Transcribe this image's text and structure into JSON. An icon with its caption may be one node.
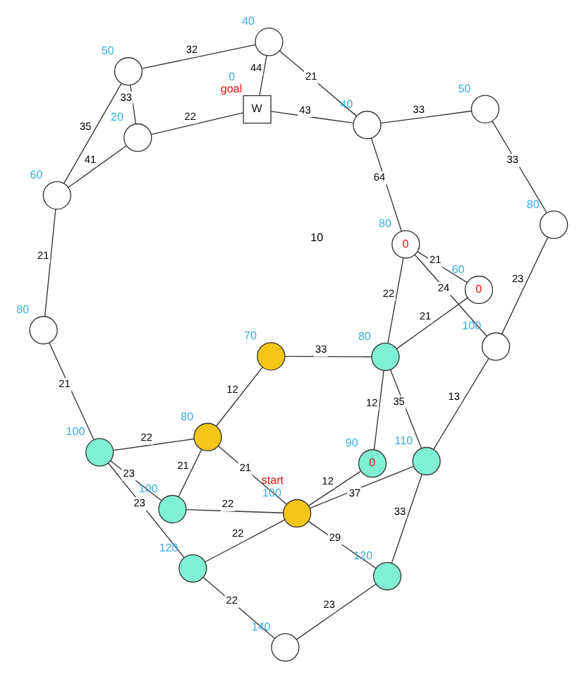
{
  "diagram": {
    "nodes": [
      {
        "text": [],
        "shape": "circle",
        "beside": [
          "140"
        ]
      },
      {
        "text": [],
        "shape": "circle",
        "beside": [
          "110"
        ]
      },
      {
        "text": [],
        "shape": "circle",
        "beside": [
          "100"
        ]
      },
      {
        "text": [],
        "shape": "circle",
        "beside": [
          "80"
        ]
      },
      {
        "text": [],
        "shape": "circle",
        "beside": [
          "120"
        ]
      },
      {
        "text": [
          "0"
        ],
        "beside": [
          "80"
        ]
      },
      {
        "text": [],
        "shape": "circle",
        "beside": [
          "50"
        ]
      },
      {
        "text": [],
        "shape": "circle",
        "beside": [
          "120"
        ]
      },
      {
        "text": [],
        "shape": "circle",
        "beside": [
          "start",
          "100"
        ]
      },
      {
        "text": [
          "0"
        ],
        "beside": [
          "90"
        ]
      },
      {
        "text": [],
        "shape": "circle",
        "beside": [
          "80"
        ]
      },
      {
        "text": [],
        "shape": "circle",
        "beside": [
          "100"
        ]
      },
      {
        "text": [
          "0"
        ],
        "beside": [
          "60"
        ]
      },
      {
        "text": [],
        "shape": "circle",
        "beside": [
          "40"
        ]
      },
      {
        "text": [],
        "shape": "circle",
        "beside": [
          "100"
        ]
      },
      {
        "text": [],
        "shape": "circle",
        "beside": [
          "80"
        ]
      },
      {
        "text": [],
        "shape": "circle",
        "beside": [
          "70"
        ]
      },
      {
        "text": [],
        "shape": "circle",
        "beside": [
          "40"
        ]
      },
      {
        "text": [],
        "shape": "circle",
        "beside": [
          "80"
        ]
      },
      {
        "text": [],
        "shape": "circle",
        "beside": [
          "50"
        ]
      },
      {
        "text": [],
        "shape": "circle",
        "beside": [
          "60"
        ]
      },
      {
        "text": [],
        "shape": "circle",
        "beside": [
          "20"
        ]
      },
      {
        "text": [
          "W"
        ],
        "beside": [
          "0",
          "goal"
        ]
      }
    ],
    "edges": [
      {
        "from": 0,
        "to": 4,
        "arrow": "none",
        "label": "23"
      },
      {
        "from": 0,
        "to": 7,
        "arrow": "none",
        "label": "22"
      },
      {
        "from": 4,
        "to": 1,
        "arrow": "none",
        "label": "33"
      },
      {
        "from": 4,
        "to": 8,
        "arrow": "none",
        "label": "29"
      },
      {
        "from": 1,
        "to": 8,
        "arrow": "none",
        "label": "37"
      },
      {
        "from": 1,
        "to": 2,
        "arrow": "none",
        "label": "13"
      },
      {
        "from": 1,
        "to": 10,
        "arrow": "none",
        "label": "35"
      },
      {
        "from": 2,
        "to": 3,
        "arrow": "none",
        "label": "23"
      },
      {
        "from": 2,
        "to": 5,
        "arrow": "none",
        "label": "24"
      },
      {
        "from": 3,
        "to": 6,
        "arrow": "none",
        "label": "33"
      },
      {
        "from": 5,
        "to": 10,
        "arrow": "none",
        "label": "22"
      },
      {
        "from": 5,
        "to": 12,
        "arrow": "none",
        "label": "21"
      },
      {
        "from": 5,
        "to": 13,
        "arrow": "none",
        "label": "64"
      },
      {
        "from": 6,
        "to": 13,
        "arrow": "none",
        "label": "33"
      },
      {
        "from": 7,
        "to": 8,
        "arrow": "none",
        "label": "22"
      },
      {
        "from": 7,
        "to": 14,
        "arrow": "none",
        "label": "23"
      },
      {
        "from": 8,
        "to": 9,
        "arrow": "none",
        "label": "12"
      },
      {
        "from": 9,
        "to": 10,
        "arrow": "none",
        "label": "12"
      },
      {
        "from": 8,
        "to": 11,
        "arrow": "none",
        "label": "22"
      },
      {
        "from": 8,
        "to": 15,
        "arrow": "none",
        "label": "21"
      },
      {
        "from": 10,
        "to": 12,
        "arrow": "none",
        "label": "21"
      },
      {
        "from": 10,
        "to": 16,
        "arrow": "none",
        "label": "33"
      },
      {
        "from": 11,
        "to": 14,
        "arrow": "none",
        "label": "23"
      },
      {
        "from": 11,
        "to": 15,
        "arrow": "none",
        "label": "21"
      },
      {
        "from": 14,
        "to": 15,
        "arrow": "none",
        "label": "22"
      },
      {
        "from": 15,
        "to": 16,
        "arrow": "none",
        "label": "12"
      },
      {
        "from": 14,
        "to": 18,
        "arrow": "none",
        "label": "21"
      },
      {
        "from": 18,
        "to": 20,
        "arrow": "none",
        "label": "21"
      },
      {
        "from": 13,
        "to": 17,
        "arrow": "none",
        "label": "21"
      },
      {
        "from": 17,
        "to": 19,
        "arrow": "none",
        "label": "32"
      },
      {
        "from": 17,
        "to": 22,
        "arrow": "none",
        "label": "44"
      },
      {
        "from": 13,
        "to": 22,
        "arrow": "none",
        "label": "43"
      },
      {
        "from": 19,
        "to": 20,
        "arrow": "none",
        "label": "35"
      },
      {
        "from": 19,
        "to": 21,
        "arrow": "none",
        "label": "33"
      },
      {
        "from": 20,
        "to": 21,
        "arrow": "none",
        "label": "41"
      },
      {
        "from": 21,
        "to": 22,
        "arrow": "none",
        "label": "22"
      }
    ],
    "labels": [
      "10"
    ]
  }
}
